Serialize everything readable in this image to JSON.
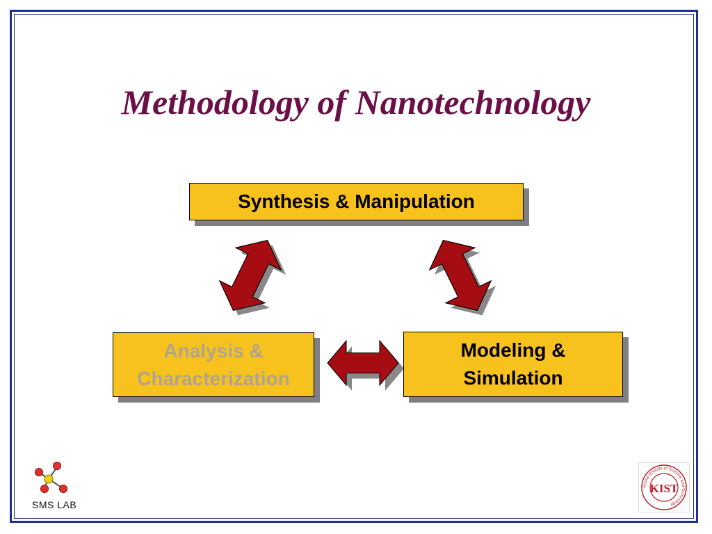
{
  "slide": {
    "title": "Methodology of Nanotechnology"
  },
  "diagram": {
    "top_box": {
      "label": "Synthesis & Manipulation"
    },
    "left_box": {
      "line1": "Analysis &",
      "line2": "Characterization"
    },
    "right_box": {
      "line1": "Modeling &",
      "line2": "Simulation"
    }
  },
  "colors": {
    "frame": "#1f2f8f",
    "title": "#6b0f46",
    "box_fill": "#f7c21d",
    "arrow_fill": "#a50d12",
    "arrow_shadow": "#888888",
    "muted_text": "#b0a48f"
  },
  "logos": {
    "left": {
      "label": "SMS LAB",
      "icon": "molecule-icon"
    },
    "right": {
      "text": "KIST",
      "ring_text": "Korea Institute of Science and Technology",
      "icon": "kist-seal-icon"
    }
  }
}
